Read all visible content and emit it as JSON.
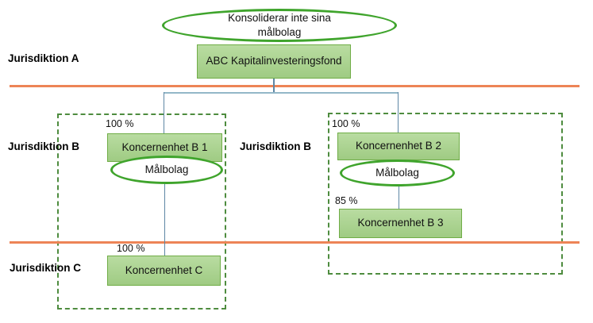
{
  "colors": {
    "box_fill": "#A9D18E",
    "box_border": "#70AD47",
    "ellipse_stroke": "#3FA42C",
    "dashed_frame": "#4E8C3F",
    "jurisdiction_divider": "#ED8456",
    "connector": "#5E87A5"
  },
  "header": {
    "note_ellipse": "Konsoliderar inte sina målbolag",
    "parent_entity": "ABC Kapitalinvesteringsfond"
  },
  "labels": {
    "jurisdiction_a": "Jurisdiktion A",
    "jurisdiction_b_left": "Jurisdiktion B",
    "jurisdiction_b_right": "Jurisdiktion B",
    "jurisdiction_c": "Jurisdiktion C"
  },
  "left_group": {
    "ownership_b1": "100 %",
    "entity_b1": "Koncernenhet B 1",
    "target_label": "Målbolag",
    "ownership_c": "100 %",
    "entity_c": "Koncernenhet C"
  },
  "right_group": {
    "ownership_b2": "100 %",
    "entity_b2": "Koncernenhet B 2",
    "target_label": "Målbolag",
    "ownership_b3": "85 %",
    "entity_b3": "Koncernenhet B 3"
  }
}
